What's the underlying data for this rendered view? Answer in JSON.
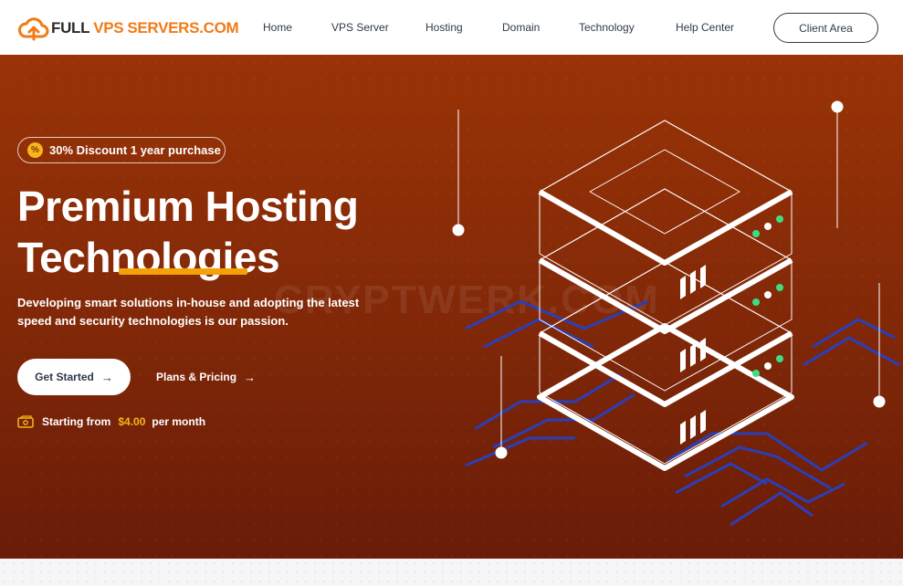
{
  "brand": {
    "logo_part1": "FULL",
    "logo_part2": "VPS",
    "logo_part3": "SERVERS.COM"
  },
  "nav": {
    "items": [
      {
        "label": "Home"
      },
      {
        "label": "VPS Server"
      },
      {
        "label": "Hosting"
      },
      {
        "label": "Domain"
      },
      {
        "label": "Technology"
      },
      {
        "label": "Help Center"
      }
    ],
    "client_area_label": "Client Area"
  },
  "hero": {
    "badge_icon": "%",
    "badge_text": "30% Discount 1 year purchase",
    "title_line1": "Premium Hosting",
    "title_line2": "Technologies",
    "description": "Developing smart solutions in-house and adopting the latest speed and security technologies is our passion.",
    "primary_button": "Get Started",
    "secondary_button": "Plans & Pricing",
    "arrow_glyph": "→",
    "price_prefix": "Starting from",
    "price_value": "$4.00",
    "price_suffix": "per month",
    "watermark": "CRYPTWERK.COM"
  },
  "colors": {
    "accent": "#f07b17",
    "hero_bg": "#8e2d07",
    "highlight": "#f5a10a",
    "server_led_green": "#3ddc84"
  },
  "icons": [
    "cloud-upload-icon",
    "discount-icon",
    "arrow-right-icon",
    "money-icon",
    "server-stack-illustration"
  ]
}
